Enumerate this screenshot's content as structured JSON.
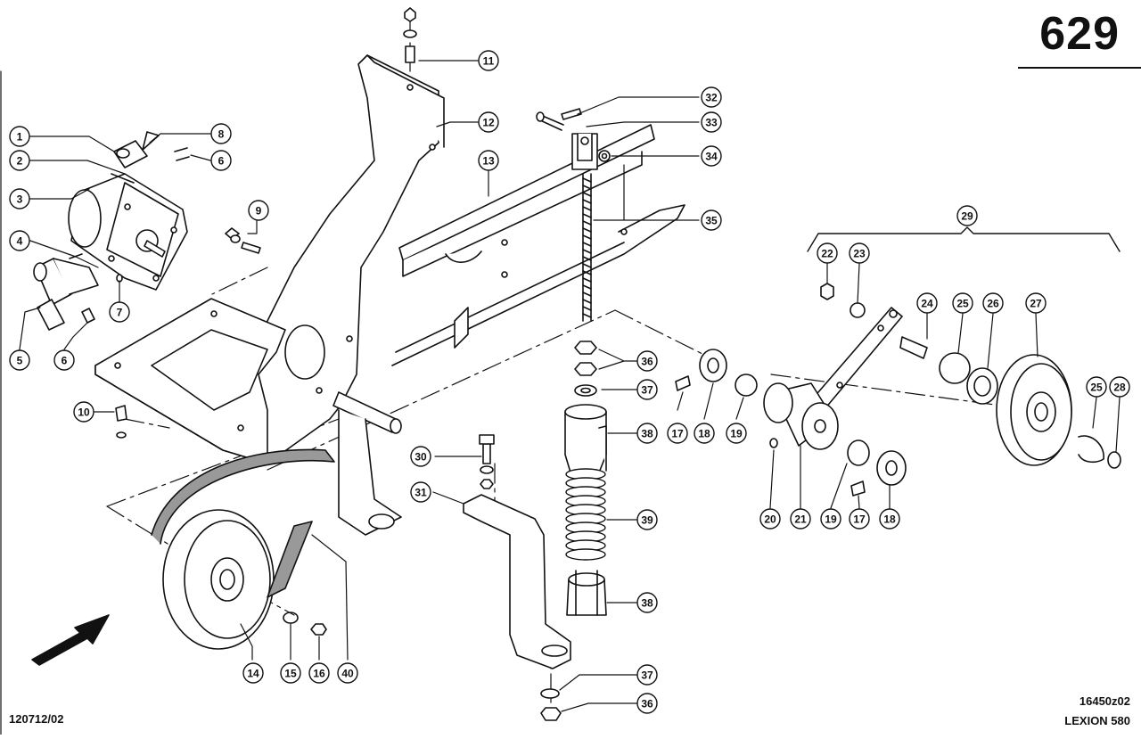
{
  "header": {
    "page_number": "629"
  },
  "footer": {
    "doc_id": "120712/02",
    "image_ref": "16450z02",
    "model": "LEXION 580"
  },
  "callouts": [
    {
      "label": "1"
    },
    {
      "label": "2"
    },
    {
      "label": "3"
    },
    {
      "label": "4"
    },
    {
      "label": "5"
    },
    {
      "label": "6"
    },
    {
      "label": "7"
    },
    {
      "label": "8"
    },
    {
      "label": "6"
    },
    {
      "label": "9"
    },
    {
      "label": "10"
    },
    {
      "label": "11"
    },
    {
      "label": "12"
    },
    {
      "label": "13"
    },
    {
      "label": "14"
    },
    {
      "label": "15"
    },
    {
      "label": "16"
    },
    {
      "label": "40"
    },
    {
      "label": "30"
    },
    {
      "label": "31"
    },
    {
      "label": "32"
    },
    {
      "label": "33"
    },
    {
      "label": "34"
    },
    {
      "label": "35"
    },
    {
      "label": "36"
    },
    {
      "label": "37"
    },
    {
      "label": "38"
    },
    {
      "label": "39"
    },
    {
      "label": "38"
    },
    {
      "label": "37"
    },
    {
      "label": "36"
    },
    {
      "label": "17"
    },
    {
      "label": "18"
    },
    {
      "label": "19"
    },
    {
      "label": "20"
    },
    {
      "label": "21"
    },
    {
      "label": "19"
    },
    {
      "label": "17"
    },
    {
      "label": "18"
    },
    {
      "label": "29"
    },
    {
      "label": "22"
    },
    {
      "label": "23"
    },
    {
      "label": "24"
    },
    {
      "label": "25"
    },
    {
      "label": "26"
    },
    {
      "label": "27"
    },
    {
      "label": "25"
    },
    {
      "label": "28"
    }
  ]
}
